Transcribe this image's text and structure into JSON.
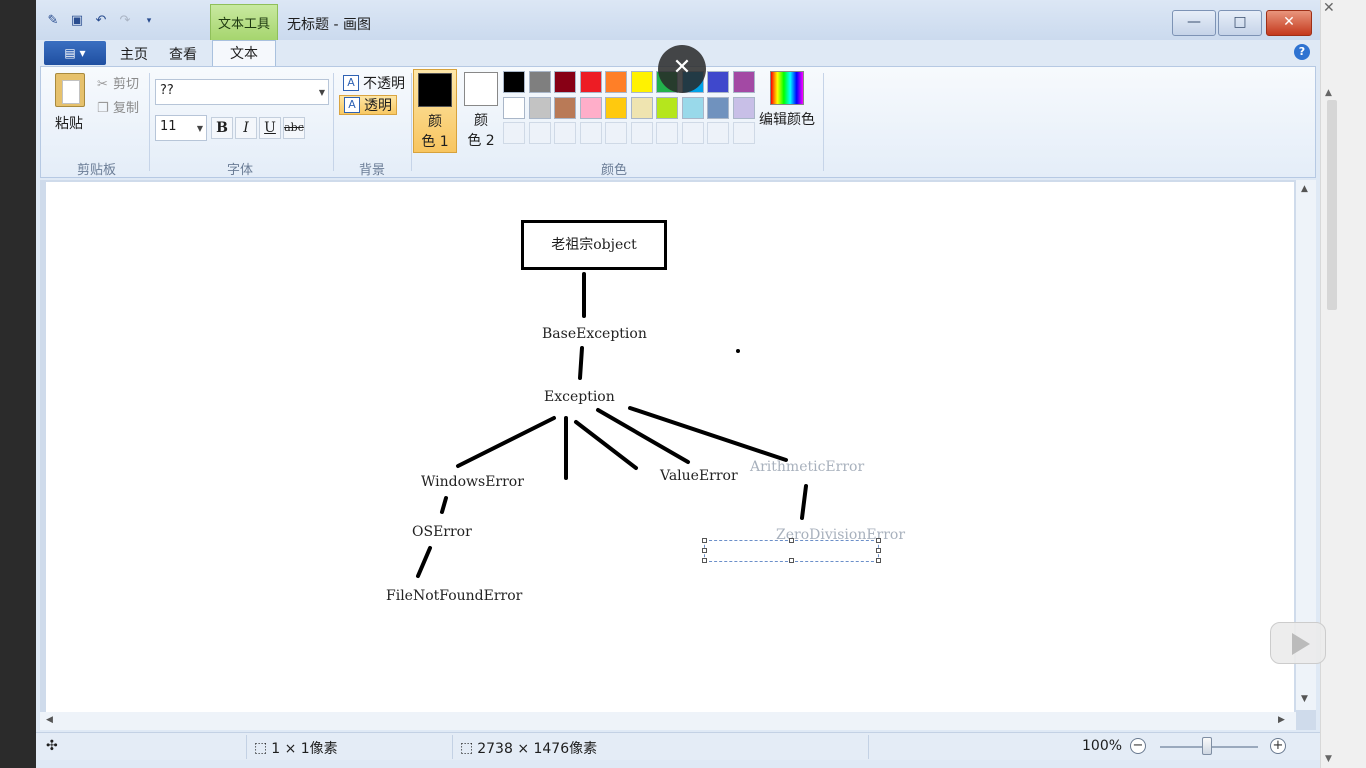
{
  "window": {
    "context_tab": "文本工具",
    "title": "无标题 - 画图",
    "min_glyph": "—",
    "max_glyph": "□",
    "close_glyph": "✕"
  },
  "tabs": {
    "home": "主页",
    "view": "查看",
    "text": "文本",
    "file_glyph": "▤ ▾"
  },
  "clipboard": {
    "paste": "粘贴",
    "cut": "剪切",
    "copy": "复制",
    "group_label": "剪贴板"
  },
  "font": {
    "family": "??",
    "size": "11",
    "bold": "B",
    "italic": "I",
    "underline": "U",
    "strike": "abc",
    "group_label": "字体"
  },
  "background": {
    "opaque": "不透明",
    "transparent": "透明",
    "group_label": "背景"
  },
  "colors": {
    "color1_line1": "颜",
    "color1_line2": "色 1",
    "color2_line1": "颜",
    "color2_line2": "色 2",
    "color1_value": "#000000",
    "color2_value": "#ffffff",
    "edit_colors": "编辑颜色",
    "group_label": "颜色",
    "palette_row1": [
      "#000000",
      "#7f7f7f",
      "#880015",
      "#ed1c24",
      "#ff7f27",
      "#fff200",
      "#22b14c",
      "#00a2e8",
      "#3f48cc",
      "#a349a4"
    ],
    "palette_row2": [
      "#ffffff",
      "#c3c3c3",
      "#b97a57",
      "#ffaec9",
      "#ffc90e",
      "#efe4b0",
      "#b5e61d",
      "#99d9ea",
      "#7092be",
      "#c8bfe7"
    ]
  },
  "diagram": {
    "root": "老祖宗object",
    "base": "BaseException",
    "exception": "Exception",
    "windows_error": "WindowsError",
    "os_error": "OSError",
    "file_not_found": "FileNotFoundError",
    "value_error": "ValueError",
    "arithmetic_error": "ArithmeticError",
    "zero_division": "ZeroDivisionError"
  },
  "status": {
    "selection_size": "1 × 1像素",
    "image_size": "2738 × 1476像素",
    "zoom": "100%"
  },
  "overlay": {
    "close_glyph": "✕"
  }
}
